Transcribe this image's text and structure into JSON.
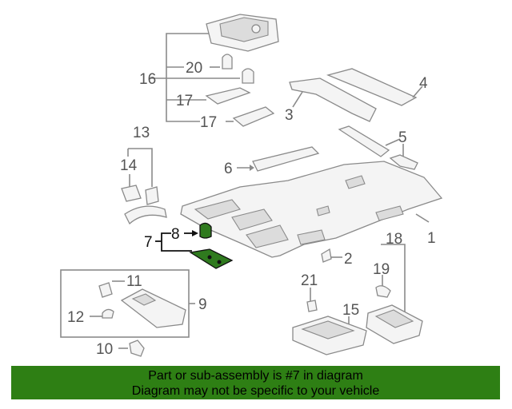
{
  "diagram": {
    "callouts": {
      "c1": "1",
      "c2": "2",
      "c3": "3",
      "c4": "4",
      "c5": "5",
      "c6": "6",
      "c7": "7",
      "c8": "8",
      "c9": "9",
      "c10": "10",
      "c11": "11",
      "c12": "12",
      "c13": "13",
      "c14": "14",
      "c15": "15",
      "c16": "16",
      "c17a": "17",
      "c17b": "17",
      "c18": "18",
      "c19": "19",
      "c20": "20",
      "c21": "21"
    },
    "highlight_part": "7",
    "highlight_color": "#2f7a1e"
  },
  "banner": {
    "line1": "Part or sub-assembly is #7 in diagram",
    "line2": "Diagram may not be specific to your vehicle",
    "background": "#2e7f14"
  }
}
